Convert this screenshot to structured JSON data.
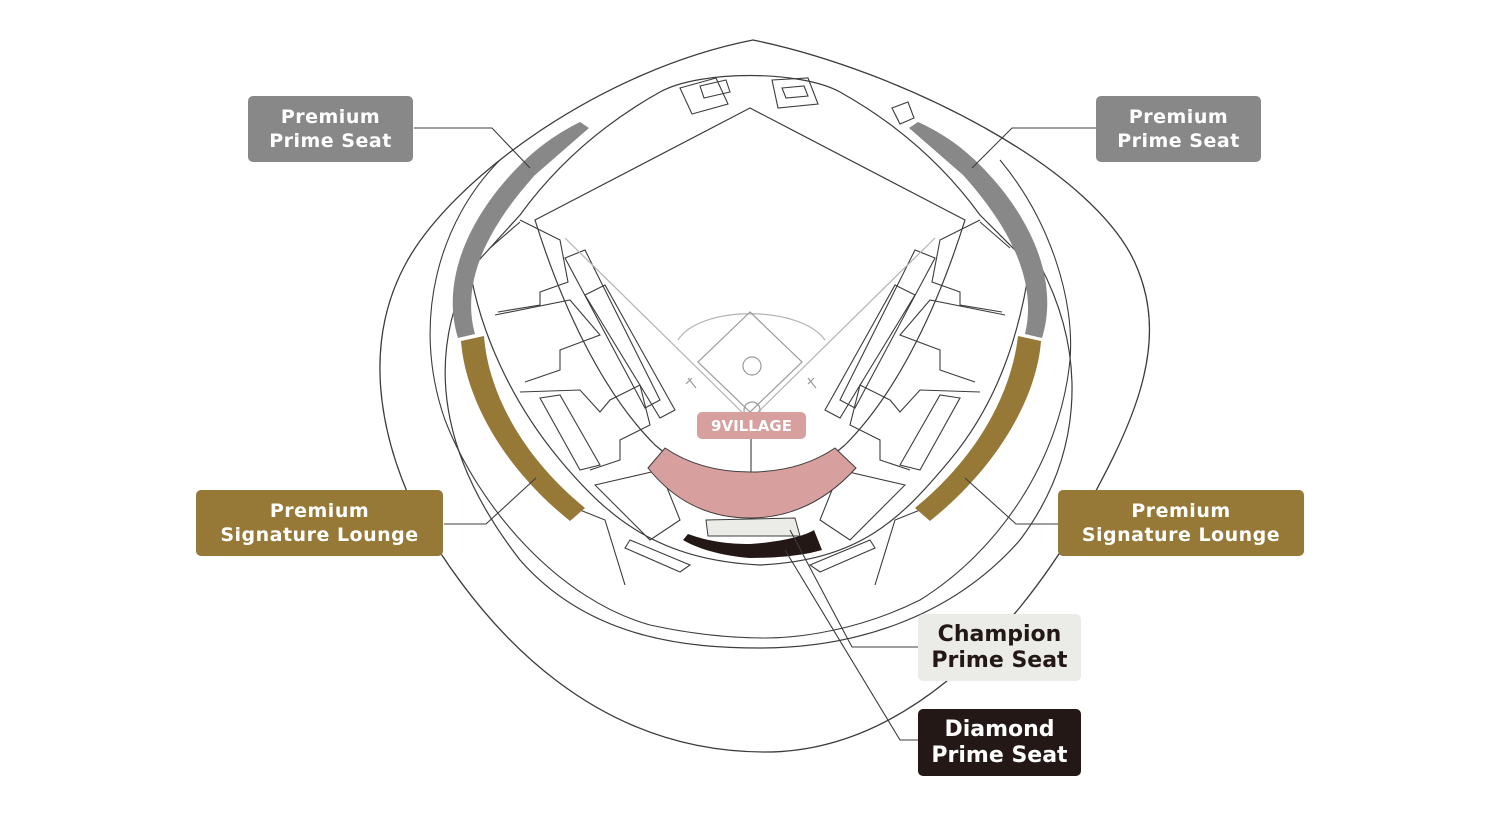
{
  "colors": {
    "premium_prime_seat": "#888888",
    "premium_signature_lounge": "#967837",
    "village": "#d89f9f",
    "champion_prime_seat": "#ebebe7",
    "diamond_prime_seat": "#231815",
    "outline": "#3c3c3c",
    "field_lines": "#b4b4b4"
  },
  "labels": {
    "premium_prime_left": {
      "line1": "Premium",
      "line2": "Prime Seat"
    },
    "premium_prime_right": {
      "line1": "Premium",
      "line2": "Prime Seat"
    },
    "signature_left": {
      "line1": "Premium",
      "line2": "Signature Lounge"
    },
    "signature_right": {
      "line1": "Premium",
      "line2": "Signature Lounge"
    },
    "village": "9VILLAGE",
    "champion": {
      "line1": "Champion",
      "line2": "Prime Seat"
    },
    "diamond": {
      "line1": "Diamond",
      "line2": "Prime Seat"
    }
  }
}
